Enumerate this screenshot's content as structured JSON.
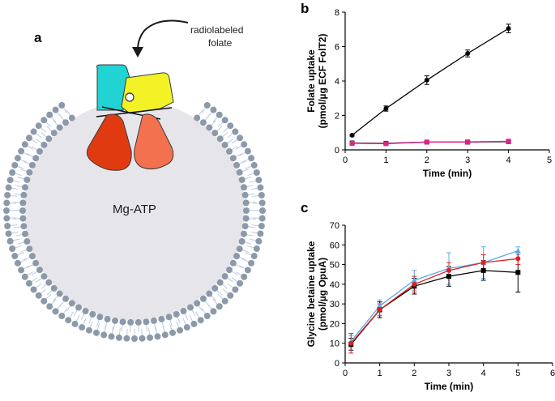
{
  "figure": {
    "panel_a": {
      "letter": "a",
      "arrow_label_line1": "radiolabeled",
      "arrow_label_line2": "folate",
      "center_label": "Mg-ATP",
      "colors": {
        "membrane_head": "#8c99aa",
        "membrane_tail": "#b9cbe3",
        "lumen": "#e6e6ea",
        "substrate_binding_cyan": "#22d3d3",
        "substrate_binding_yellow": "#f2f226",
        "atpase_dark": "#e03b10",
        "atpase_light": "#f4714f"
      }
    },
    "panel_b": {
      "letter": "b"
    },
    "panel_c": {
      "letter": "c"
    }
  },
  "chart_data": [
    {
      "panel": "b",
      "type": "line",
      "xlabel": "Time (min)",
      "ylabel_line1": "Folate uptake",
      "ylabel_line2": "(pmol/µg ECF FolT2)",
      "xlim": [
        0,
        5
      ],
      "ylim": [
        0,
        8
      ],
      "xticks": [
        "0",
        "1",
        "2",
        "3",
        "4",
        "5"
      ],
      "yticks": [
        "0",
        "2",
        "4",
        "6",
        "8"
      ],
      "series": [
        {
          "color": "#000000",
          "marker": "circle",
          "x": [
            0.17,
            1,
            2,
            3,
            4
          ],
          "y": [
            0.85,
            2.4,
            4.05,
            5.6,
            7.05
          ],
          "err": [
            0.05,
            0.15,
            0.25,
            0.2,
            0.25
          ]
        },
        {
          "color": "#000000",
          "marker": "square",
          "x": [
            0.17,
            1,
            2,
            3,
            4
          ],
          "y": [
            0.4,
            0.38,
            0.45,
            0.45,
            0.48
          ],
          "err": [
            0.05,
            0.05,
            0.05,
            0.05,
            0.05
          ]
        },
        {
          "color": "#e0218a",
          "marker": "square",
          "x": [
            0.17,
            1,
            2,
            3,
            4
          ],
          "y": [
            0.38,
            0.36,
            0.45,
            0.46,
            0.5
          ],
          "err": [
            0.05,
            0.05,
            0.05,
            0.05,
            0.05
          ]
        }
      ]
    },
    {
      "panel": "c",
      "type": "line",
      "xlabel": "Time (min)",
      "ylabel_line1": "Glycine betaine uptake",
      "ylabel_line2": "(pmol/µg OpuA)",
      "xlim": [
        0,
        6
      ],
      "ylim": [
        0,
        70
      ],
      "xticks": [
        "0",
        "1",
        "2",
        "3",
        "4",
        "5",
        "6"
      ],
      "yticks": [
        "0",
        "10",
        "20",
        "30",
        "40",
        "50",
        "60",
        "70"
      ],
      "series": [
        {
          "color": "#5aa9e6",
          "marker": "triangle",
          "x": [
            0.17,
            1,
            2,
            3,
            4,
            5
          ],
          "y": [
            11,
            29,
            42,
            48,
            51,
            57
          ],
          "err": [
            3,
            3,
            5,
            8,
            8,
            2
          ]
        },
        {
          "color": "#000000",
          "marker": "square",
          "x": [
            0.17,
            1,
            2,
            3,
            4,
            5
          ],
          "y": [
            9.5,
            27,
            39,
            44,
            47,
            46
          ],
          "err": [
            3,
            4,
            4,
            5,
            5,
            10
          ]
        },
        {
          "color": "#e02020",
          "marker": "circle",
          "x": [
            0.17,
            1,
            2,
            3,
            4,
            5
          ],
          "y": [
            10,
            27,
            40,
            47,
            51,
            53
          ],
          "err": [
            5,
            3,
            4,
            4,
            4,
            3
          ]
        }
      ]
    }
  ]
}
